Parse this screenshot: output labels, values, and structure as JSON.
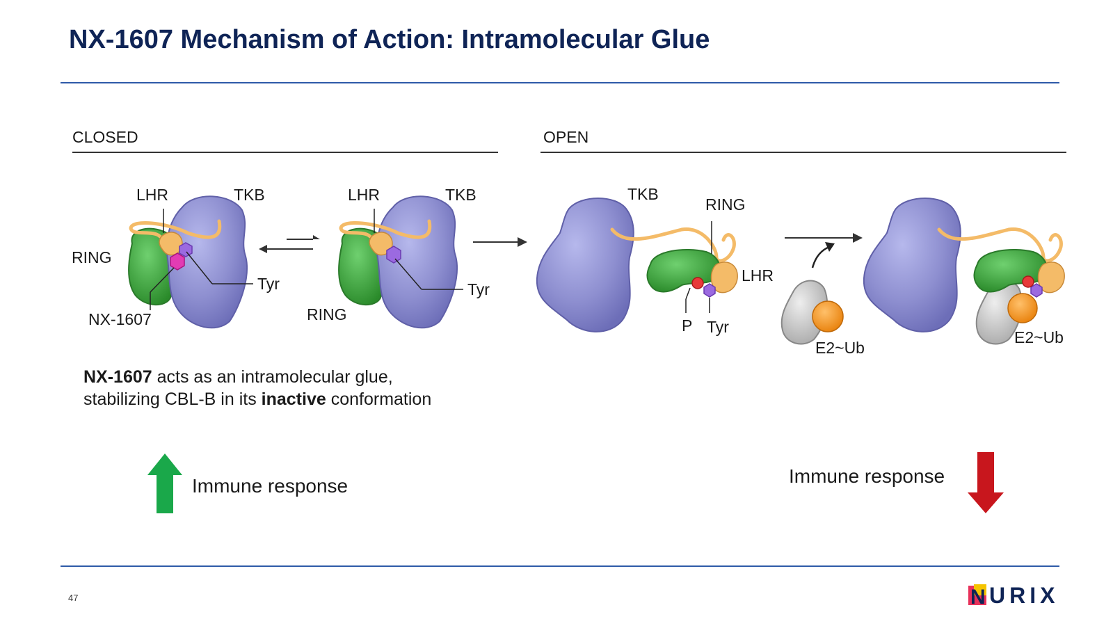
{
  "title": "NX-1607 Mechanism of Action: Intramolecular Glue",
  "sections": {
    "closed": "CLOSED",
    "open": "OPEN"
  },
  "labels": {
    "lhr": "LHR",
    "tkb": "TKB",
    "ring": "RING",
    "tyr": "Tyr",
    "nx1607": "NX-1607",
    "p": "P",
    "e2ub": "E2~Ub"
  },
  "description": {
    "bold1": "NX-1607",
    "text1": " acts as an intramolecular glue, stabilizing CBL-B in its ",
    "bold2": "inactive",
    "text2": " conformation"
  },
  "immune_up": "Immune response",
  "immune_down": "Immune response",
  "page_number": "47",
  "logo": {
    "text": "URIX",
    "letter": "N"
  },
  "colors": {
    "title": "#0f2456",
    "rule": "#2e5aa8",
    "tkb": "#8e8fd0",
    "ring": "#3aa33a",
    "lhr": "#f4bb68",
    "nx1607": "#e23cb4",
    "tyr": "#9b6ae0",
    "phospho": "#e83a3a",
    "e2": "#c9c9c9",
    "ub": "#f39a1e",
    "arrow_up": "#1aa84a",
    "arrow_down": "#c8161d"
  }
}
